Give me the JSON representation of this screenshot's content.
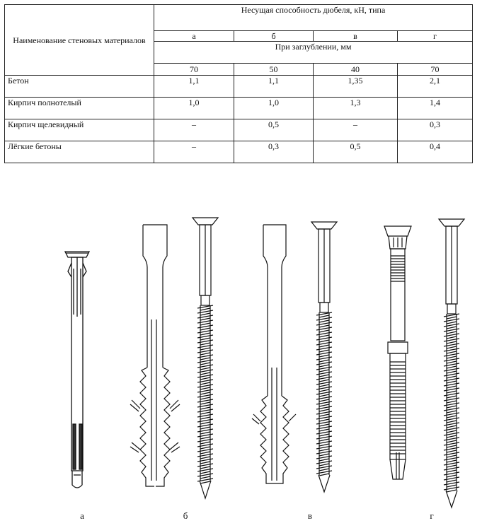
{
  "table": {
    "material_header": "Наименование стеновых материалов",
    "capacity_header": "Несущая способность дюбеля, кН, типа",
    "types": [
      "а",
      "б",
      "в",
      "г"
    ],
    "depth_header": "При заглублении, мм",
    "depths": [
      "70",
      "50",
      "40",
      "70"
    ],
    "rows": [
      {
        "material": "Бетон",
        "values": [
          "1,1",
          "1,1",
          "1,35",
          "2,1"
        ]
      },
      {
        "material": "Кирпич полнотелый",
        "values": [
          "1,0",
          "1,0",
          "1,3",
          "1,4"
        ]
      },
      {
        "material": "Кирпич щелевидный",
        "values": [
          "–",
          "0,5",
          "–",
          "0,3"
        ]
      },
      {
        "material": "Лёгкие бетоны",
        "values": [
          "–",
          "0,3",
          "0,5",
          "0,4"
        ]
      }
    ]
  },
  "figure": {
    "captions": [
      "а",
      "б",
      "в",
      "г"
    ]
  }
}
